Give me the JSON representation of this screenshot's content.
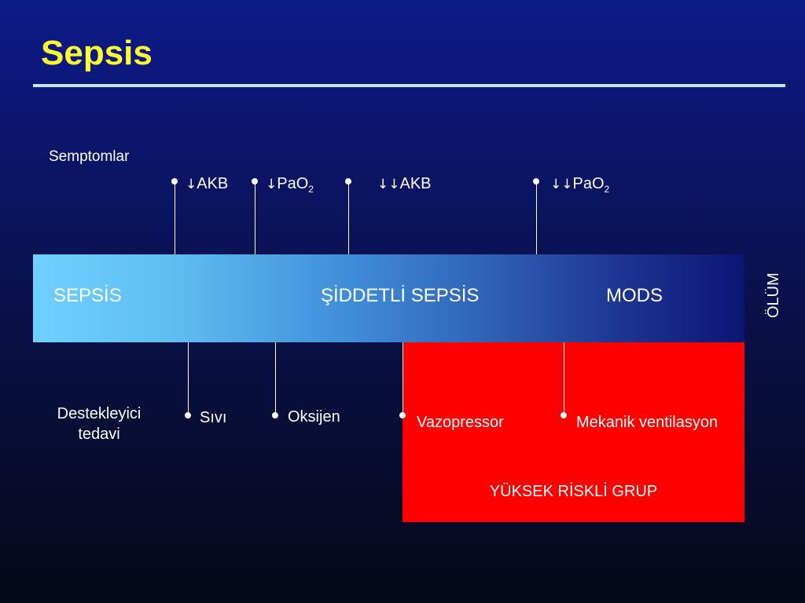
{
  "title": "Sepsis",
  "symptoms": {
    "heading": "Semptomlar",
    "items": [
      {
        "arrows": "↓",
        "text": "AKB",
        "sub": ""
      },
      {
        "arrows": "↓",
        "text": "PaO",
        "sub": "2"
      },
      {
        "arrows": "↓↓",
        "text": "AKB",
        "sub": ""
      },
      {
        "arrows": "↓↓",
        "text": "PaO",
        "sub": "2"
      }
    ]
  },
  "band": {
    "stages": [
      "SEPSİS",
      "ŞİDDETLİ SEPSİS",
      "MODS"
    ],
    "end_label": "ÖLÜM",
    "gradient_start": "#6fd0ff",
    "gradient_end": "#0c1673"
  },
  "treatment": {
    "heading_line1": "Destekleyici",
    "heading_line2": "tedavi",
    "items": [
      "Sıvı",
      "Oksijen",
      "Vazopressor",
      "Mekanik ventilasyon"
    ]
  },
  "high_risk": {
    "label": "YÜKSEK RİSKLİ GRUP",
    "color": "#ff0000"
  },
  "colors": {
    "title": "#ffff33",
    "rule": "#bfe8ff",
    "background_top": "#0d1a8a",
    "background_bottom": "#050818"
  }
}
